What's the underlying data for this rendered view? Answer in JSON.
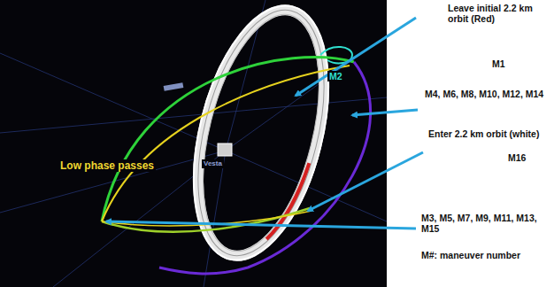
{
  "diagram": {
    "labels": [
      "Leave initial 2.2 km orbit (Red)",
      "M1",
      "M4, M6, M8, M10, M12, M14",
      "Enter 2.2 km orbit (white)",
      "M16",
      "M3, M5, M7, M9, M11, M13, M15",
      "M#: maneuver number",
      "M2",
      "Low phase passes",
      "Vesta"
    ]
  }
}
